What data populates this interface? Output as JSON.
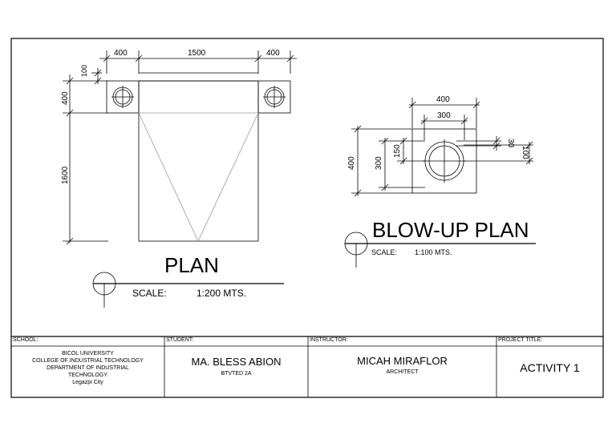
{
  "plan": {
    "title": "PLAN",
    "scale_label": "SCALE:",
    "scale_value": "1:200 MTS.",
    "dims": {
      "top_left": "400",
      "top_mid": "1500",
      "top_right": "400",
      "side_100": "100",
      "side_400": "400",
      "side_1600": "1600"
    }
  },
  "blowup": {
    "title": "BLOW-UP PLAN",
    "scale_label": "SCALE:",
    "scale_value": "1:100 MTS.",
    "dims": {
      "w400": "400",
      "w300": "300",
      "h400": "400",
      "h300": "300",
      "h150": "150",
      "r30": "30",
      "r100": "100"
    }
  },
  "title_block": {
    "school_header": "SCHOOL:",
    "student_header": "STUDENT:",
    "instructor_header": "INSTRUCTOR:",
    "project_header": "PROJECT TITLE:",
    "school_lines": [
      "BICOL UNIVERSITY",
      "COLLEGE OF INDUSTRIAL TECHNOLOGY",
      "DEPARTMENT OF INDUSTRIAL",
      "TECHNOLOGY",
      "Legazpi City"
    ],
    "student_name": "MA. BLESS ABION",
    "student_section": "BTVTED 2A",
    "instructor_name": "MICAH MIRAFLOR",
    "instructor_role": "ARCHITECT",
    "project_title": "ACTIVITY 1"
  }
}
